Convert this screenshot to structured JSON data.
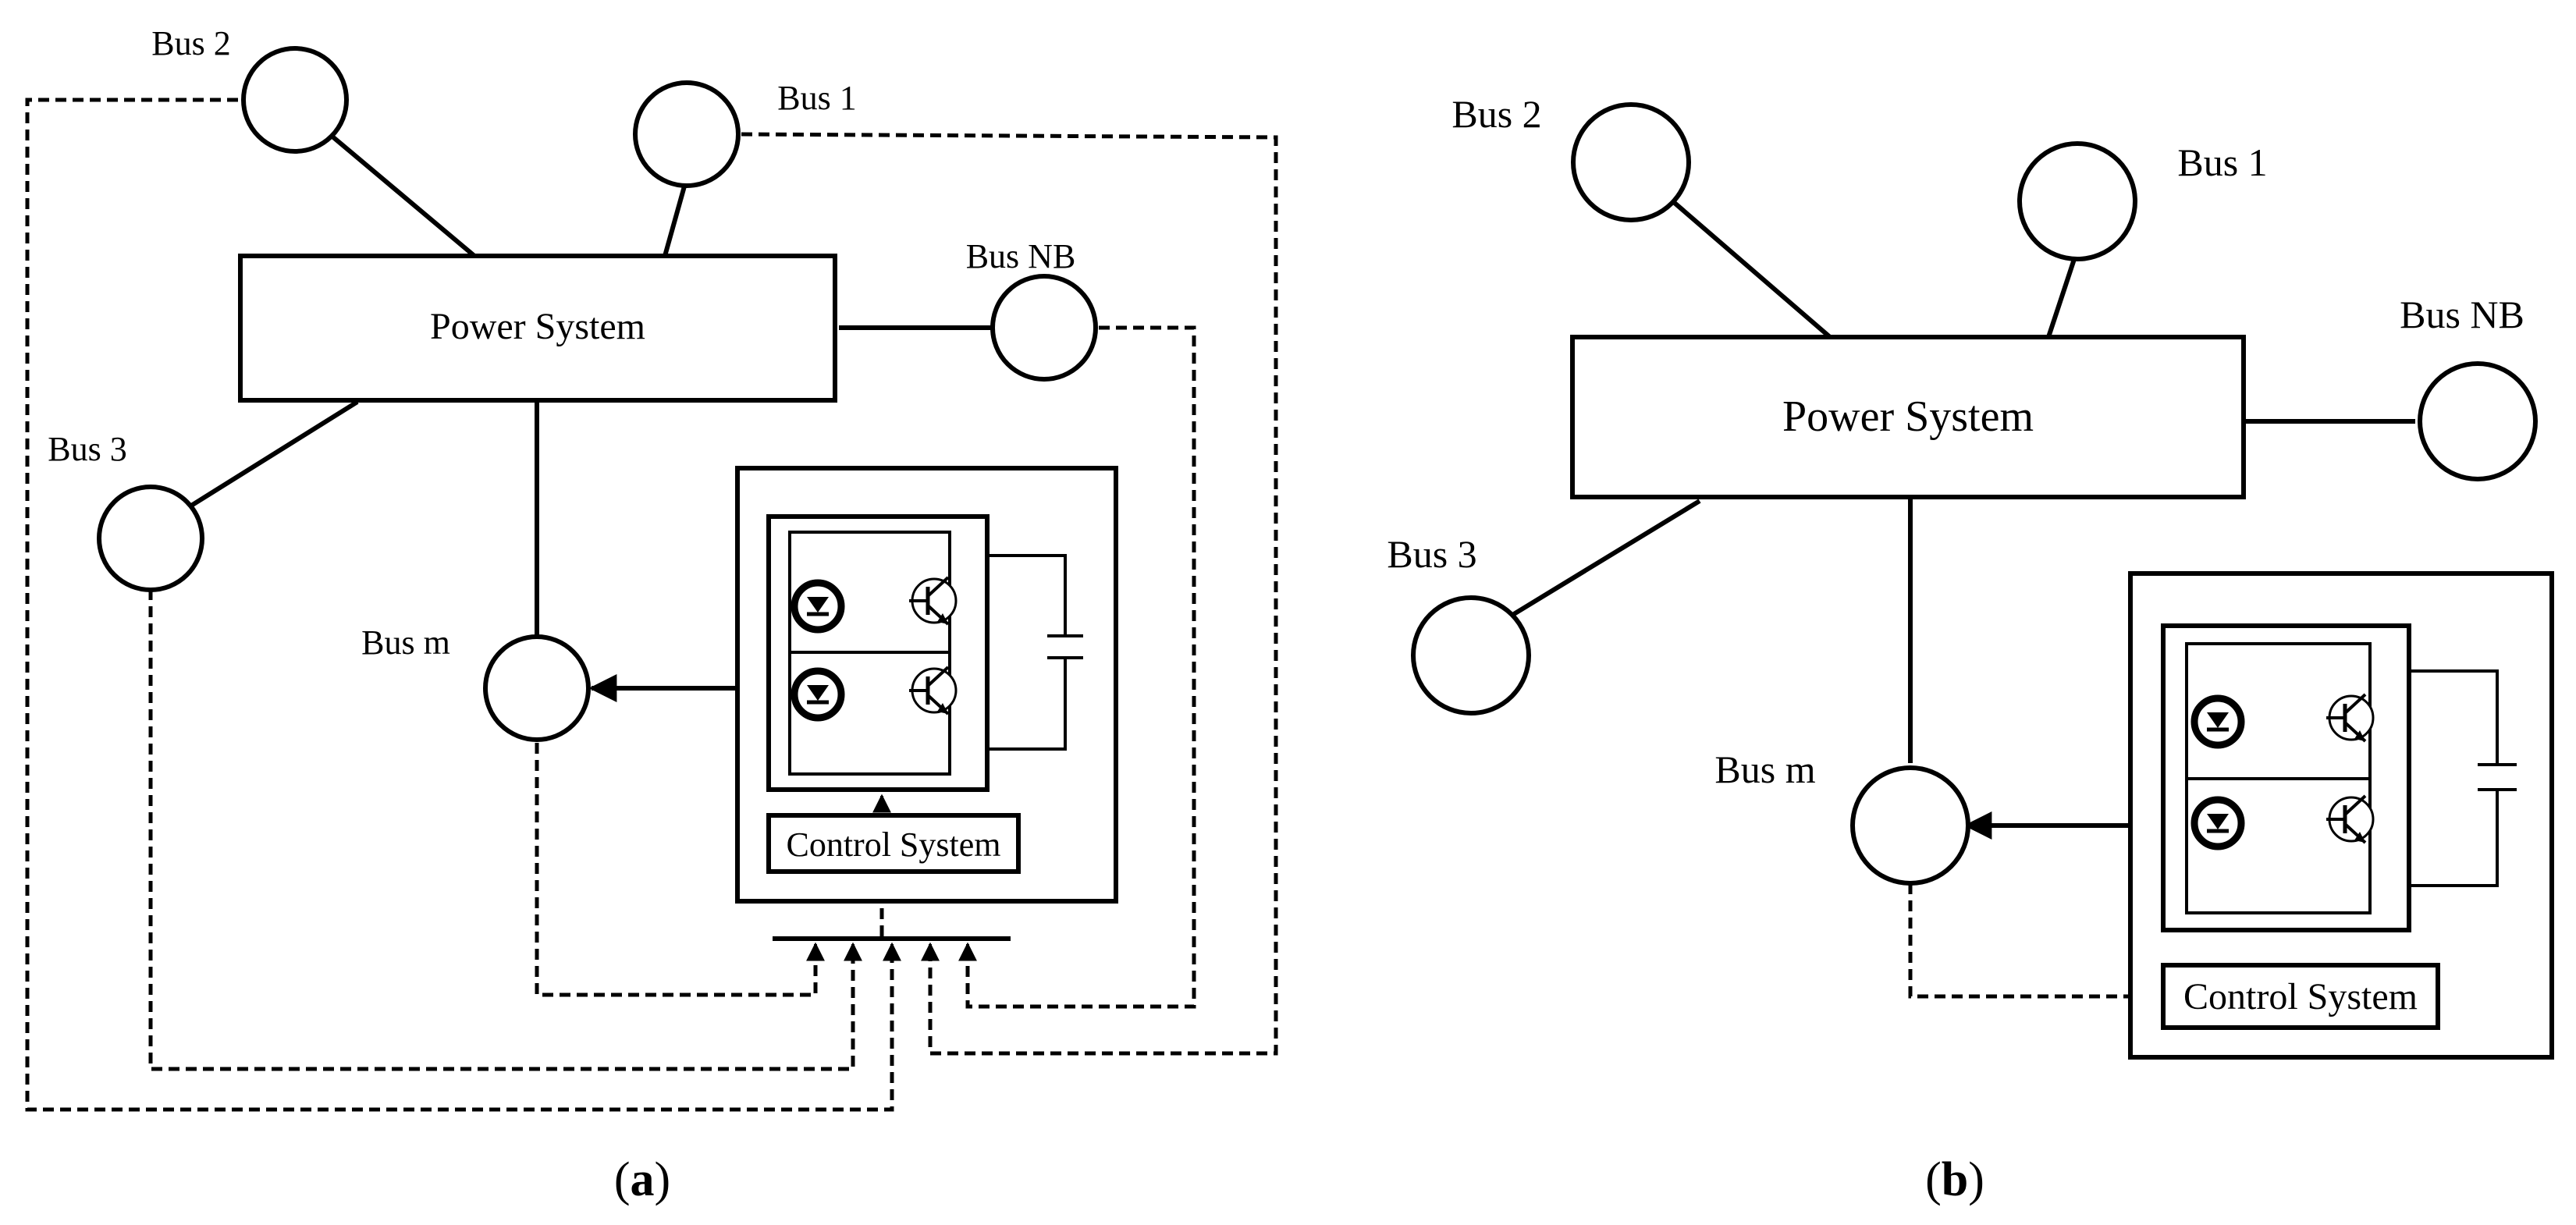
{
  "panel_a": {
    "caption_open": "(",
    "caption_letter": "a",
    "caption_close": ")",
    "power_system": "Power System",
    "bus_1": "Bus 1",
    "bus_2": "Bus 2",
    "bus_3": "Bus 3",
    "bus_nb": "Bus NB",
    "bus_m": "Bus m",
    "control_system": "Control System"
  },
  "panel_b": {
    "caption_open": "(",
    "caption_letter": "b",
    "caption_close": ")",
    "power_system": "Power System",
    "bus_1": "Bus 1",
    "bus_2": "Bus 2",
    "bus_3": "Bus 3",
    "bus_nb": "Bus NB",
    "bus_m": "Bus m",
    "control_system": "Control System"
  }
}
